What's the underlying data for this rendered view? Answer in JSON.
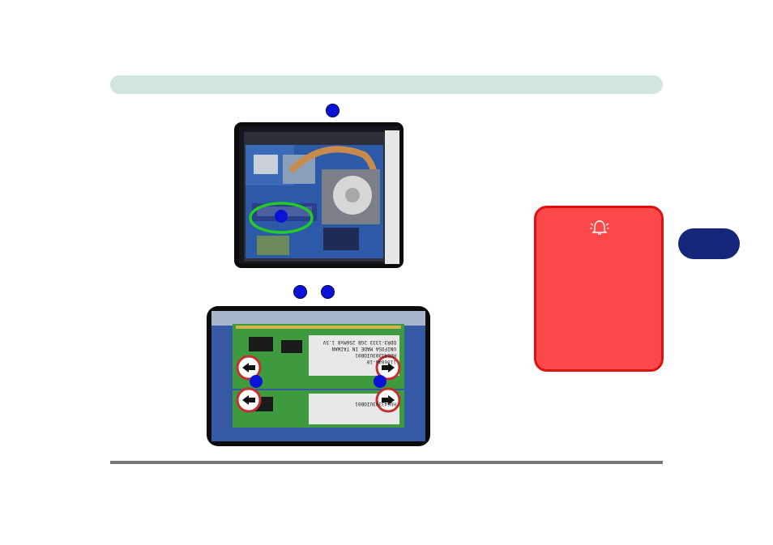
{
  "page": {
    "background": "#ffffff",
    "header_bar_color": "#d3e5e1",
    "footer_rule_color": "#777777",
    "chapter_tab_color": "#16267a",
    "marker_color": "#0a12d8"
  },
  "figure_top": {
    "icon": "laptop-underside-photo",
    "highlight_color": "#22cc22"
  },
  "figure_bottom": {
    "icon": "memory-modules-photo",
    "module_labels": [
      "1100846-10",
      "HU643303UIOB01",
      "HU643303UIOB01",
      "UNIFOSA MADE IN TAIWAN",
      "DDR3-1333 2GB 256Mx8 1.5V"
    ]
  },
  "warning_box": {
    "icon": "alarm-bell-icon",
    "fill_color": "#fb4848",
    "border_color": "#e01010"
  }
}
